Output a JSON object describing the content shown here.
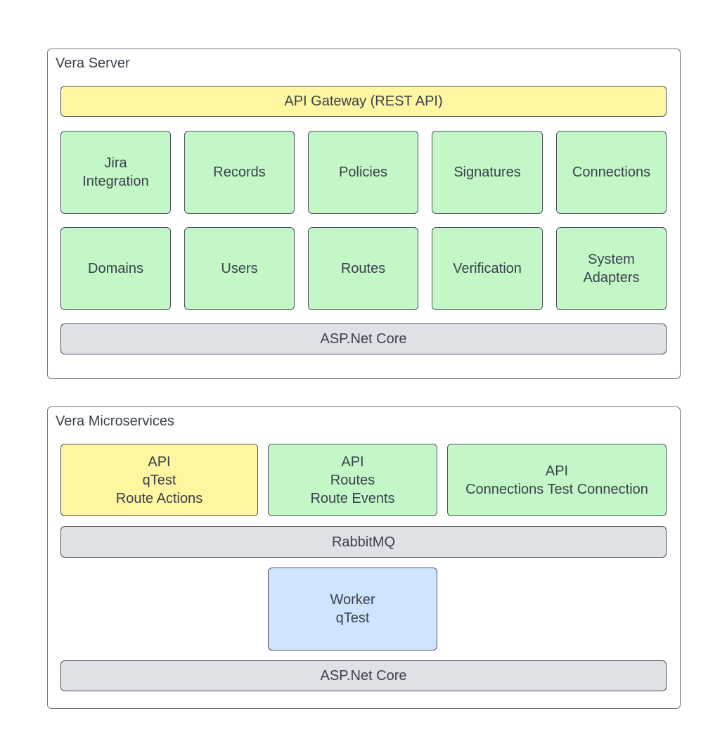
{
  "server": {
    "title": "Vera Server",
    "gateway": "API Gateway (REST API)",
    "modules_row1": [
      {
        "lines": [
          "Jira",
          "Integration"
        ]
      },
      {
        "lines": [
          "Records"
        ]
      },
      {
        "lines": [
          "Policies"
        ]
      },
      {
        "lines": [
          "Signatures"
        ]
      },
      {
        "lines": [
          "Connections"
        ]
      }
    ],
    "modules_row2": [
      {
        "lines": [
          "Domains"
        ]
      },
      {
        "lines": [
          "Users"
        ]
      },
      {
        "lines": [
          "Routes"
        ]
      },
      {
        "lines": [
          "Verification"
        ]
      },
      {
        "lines": [
          "System",
          "Adapters"
        ]
      }
    ],
    "platform": "ASP.Net Core"
  },
  "microservices": {
    "title": "Vera Microservices",
    "apis": [
      {
        "lines": [
          "API",
          "qTest",
          "Route Actions"
        ],
        "color": "#fff6a1"
      },
      {
        "lines": [
          "API",
          "Routes",
          "Route Events"
        ],
        "color": "#c3f7c8"
      },
      {
        "lines": [
          "API",
          "Connections Test Connection"
        ],
        "color": "#c3f7c8"
      }
    ],
    "bus": "RabbitMQ",
    "worker": {
      "lines": [
        "Worker",
        "qTest"
      ]
    },
    "platform": "ASP.Net Core"
  },
  "colors": {
    "module": "#c3f7c8",
    "gateway": "#fff6a1",
    "platform": "#dee1e5",
    "worker": "#cfe4ff",
    "border": "#4d5259"
  }
}
